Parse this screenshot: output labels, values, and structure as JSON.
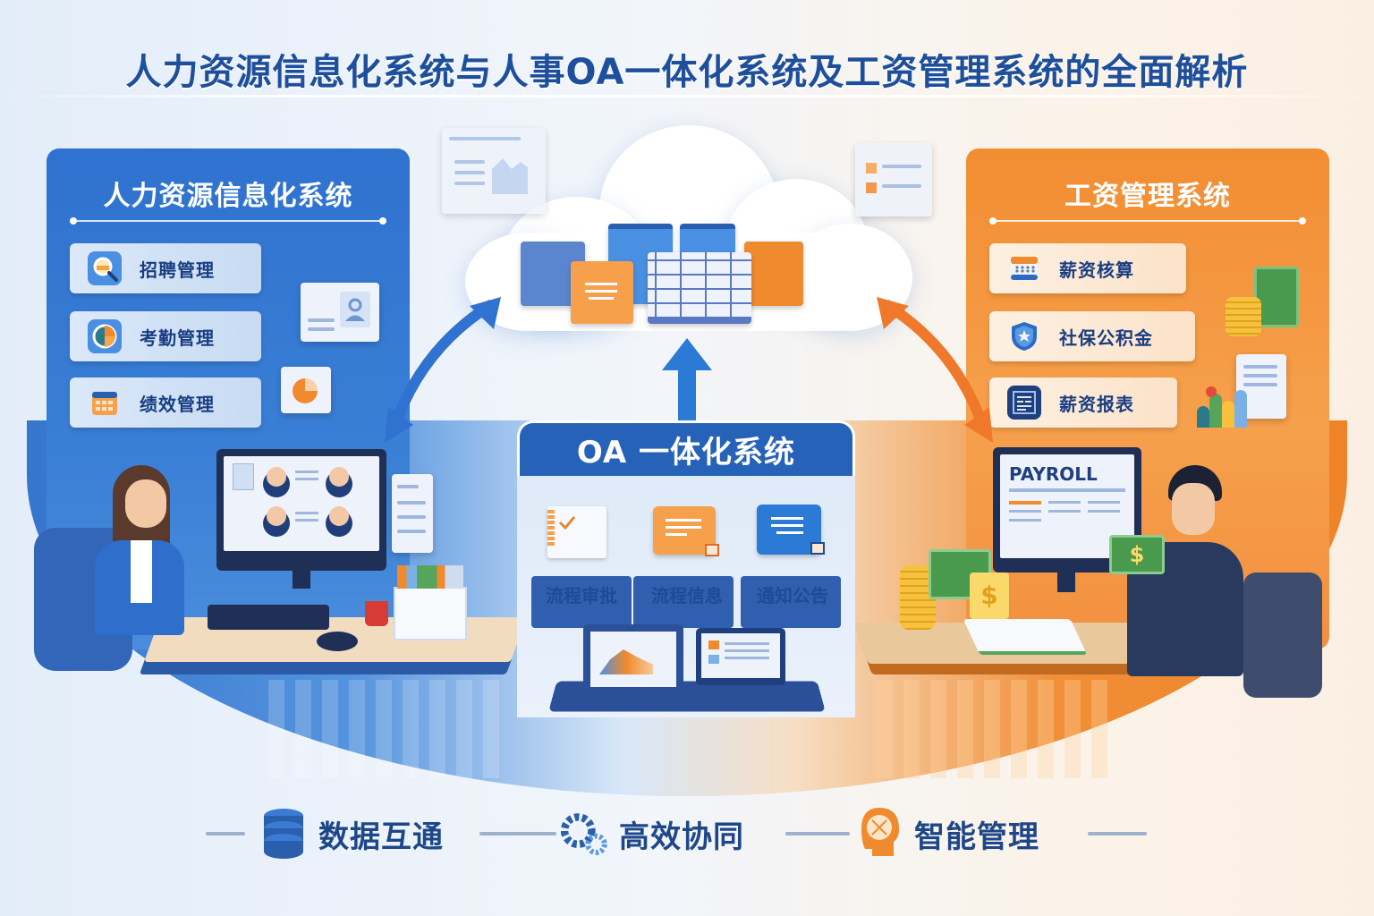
{
  "title": "人力资源信息化系统与人事OA一体化系统及工资管理系统的全面解析",
  "colors": {
    "brand_blue": "#2f72cf",
    "brand_orange": "#f28d32",
    "text_navy": "#1d4788",
    "title_blue": "#1d4f9c"
  },
  "hr_panel": {
    "title": "人力资源信息化系统",
    "items": [
      {
        "label": "招聘管理",
        "icon": "search-icon"
      },
      {
        "label": "考勤管理",
        "icon": "clock-icon"
      },
      {
        "label": "绩效管理",
        "icon": "calendar-icon"
      }
    ]
  },
  "payroll_panel": {
    "title": "工资管理系统",
    "items": [
      {
        "label": "薪资核算",
        "icon": "calendar-icon"
      },
      {
        "label": "社保公积金",
        "icon": "shield-icon"
      },
      {
        "label": "薪资报表",
        "icon": "report-icon"
      }
    ],
    "screen_label": "PAYROLL"
  },
  "oa_panel": {
    "title": "OA 一体化系统",
    "modules": [
      {
        "label": "流程审批",
        "icon": "document-check-icon"
      },
      {
        "label": "流程信息",
        "icon": "message-icon"
      },
      {
        "label": "通知公告",
        "icon": "notice-icon"
      }
    ]
  },
  "features": [
    {
      "label": "数据互通",
      "icon": "database-icon"
    },
    {
      "label": "高效协同",
      "icon": "gears-icon"
    },
    {
      "label": "智能管理",
      "icon": "brain-head-icon"
    }
  ]
}
